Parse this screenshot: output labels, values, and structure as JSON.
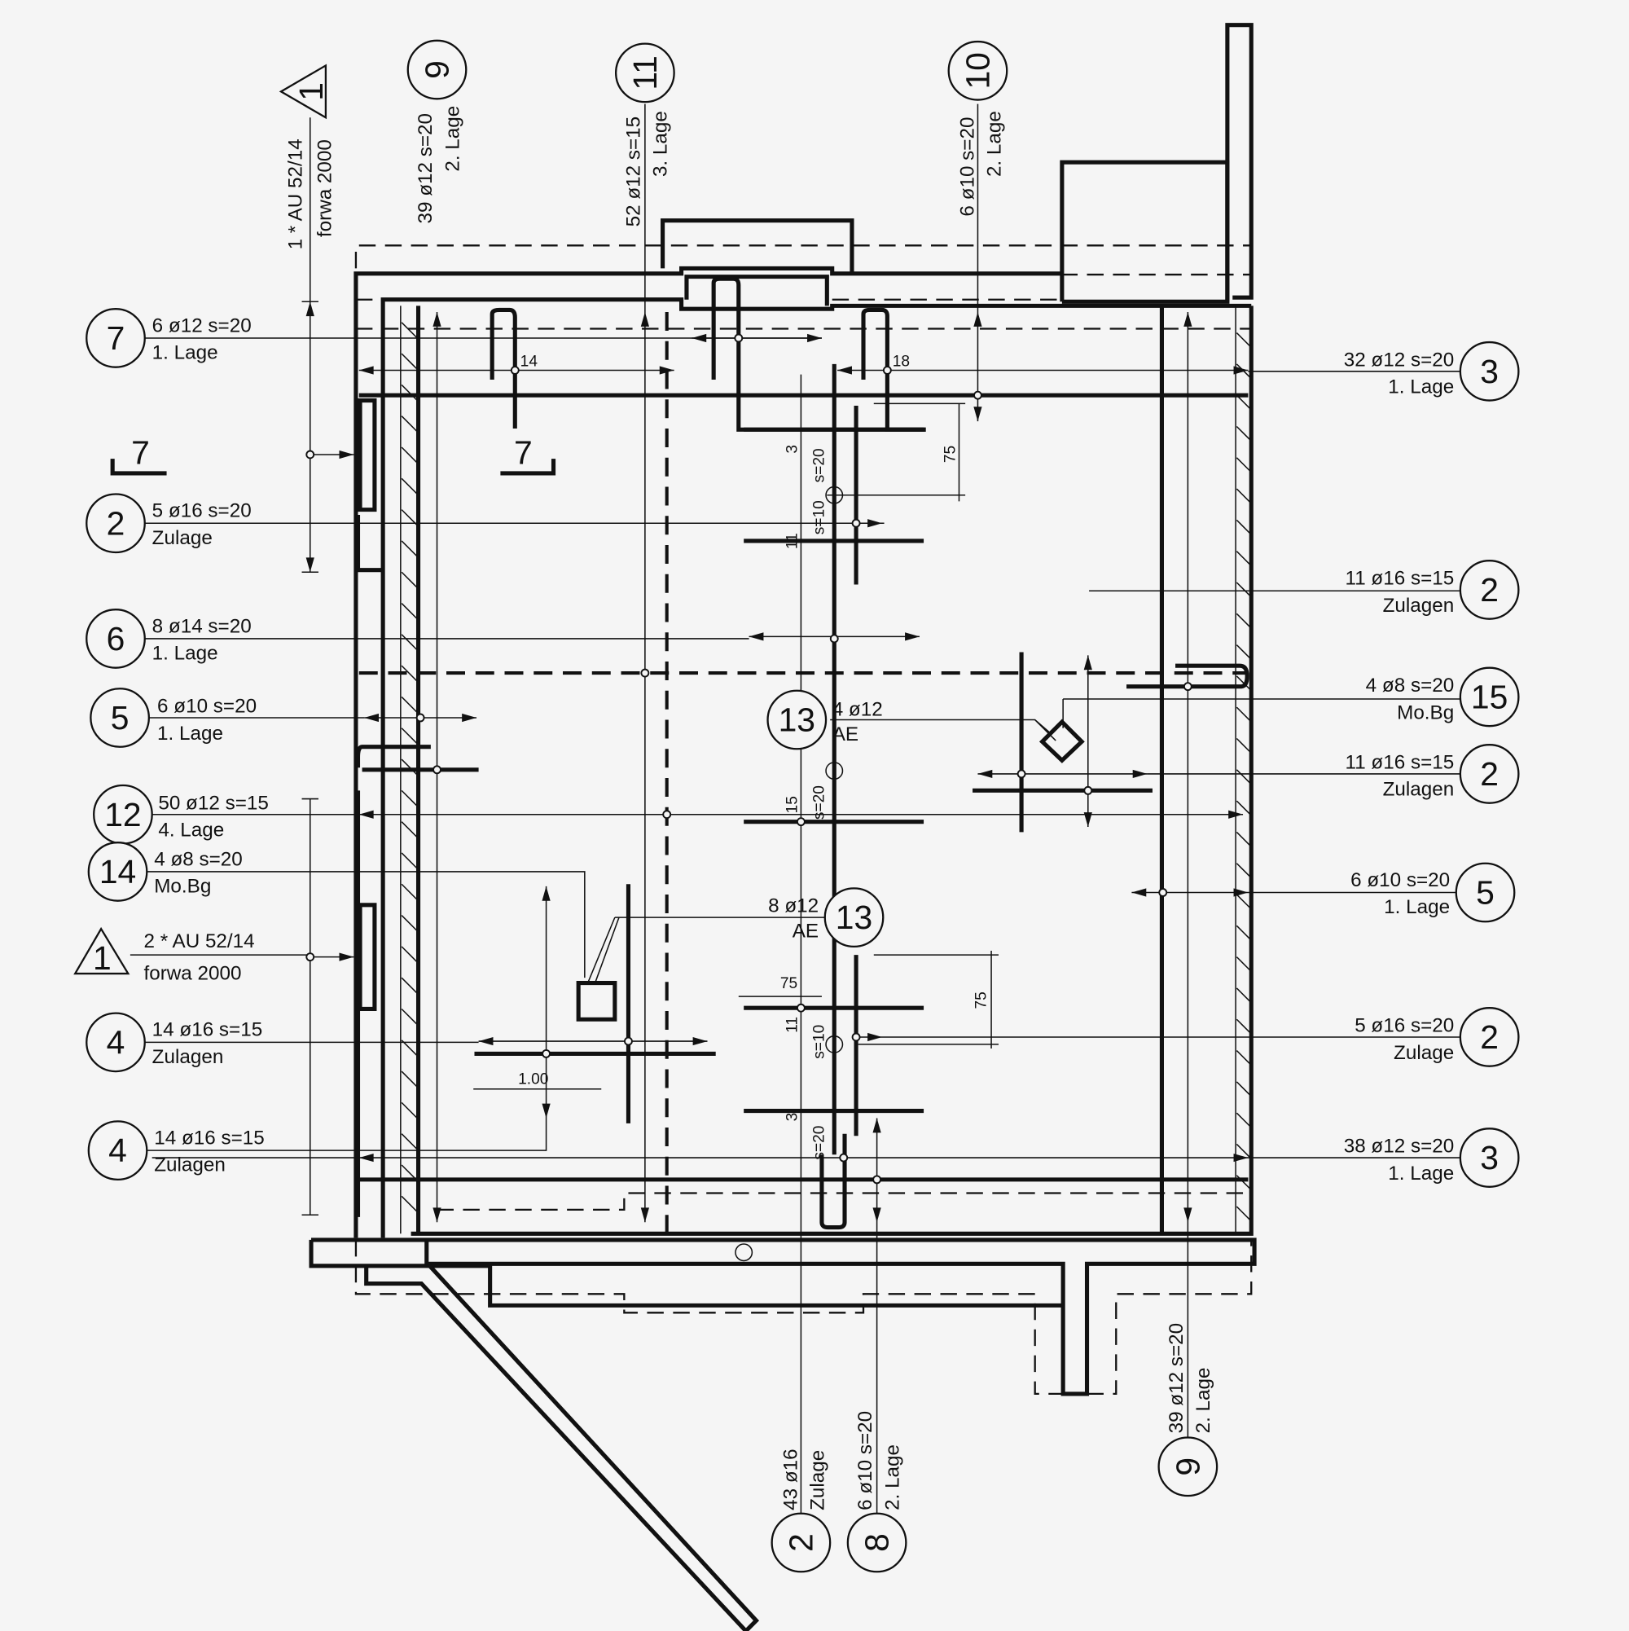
{
  "drawing": {
    "left_callouts": [
      {
        "num": "7",
        "line1": "6 ø12 s=20",
        "line2": "1. Lage"
      },
      {
        "num": "2",
        "line1": "5 ø16 s=20",
        "line2": "Zulage"
      },
      {
        "num": "6",
        "line1": "8 ø14 s=20",
        "line2": "1. Lage"
      },
      {
        "num": "5",
        "line1": "6 ø10  s=20",
        "line2": "1. Lage"
      },
      {
        "num": "12",
        "line1": "50 ø12 s=15",
        "line2": "4. Lage"
      },
      {
        "num": "14",
        "line1": "4 ø8 s=20",
        "line2": "Mo.Bg"
      },
      {
        "num": "1",
        "line1": "2 * AU 52/14",
        "line2": "forwa 2000"
      },
      {
        "num": "4",
        "line1": "14 ø16 s=15",
        "line2": "Zulagen"
      },
      {
        "num": "4",
        "line1": "14 ø16 s=15",
        "line2": "Zulagen"
      }
    ],
    "right_callouts": [
      {
        "num": "3",
        "line1": "32  ø12 s=20",
        "line2": "1. Lage"
      },
      {
        "num": "2",
        "line1": "11  ø16 s=15",
        "line2": "Zulagen"
      },
      {
        "num": "15",
        "line1": "4  ø8 s=20",
        "line2": "Mo.Bg"
      },
      {
        "num": "2",
        "line1": "11  ø16 s=15",
        "line2": "Zulagen"
      },
      {
        "num": "5",
        "line1": "6  ø10 s=20",
        "line2": "1. Lage"
      },
      {
        "num": "2",
        "line1": "5  ø16 s=20",
        "line2": "Zulage"
      },
      {
        "num": "3",
        "line1": "38  ø12 s=20",
        "line2": "1. Lage"
      }
    ],
    "top_callouts": [
      {
        "num": "1",
        "line1": "1 * AU 52/14",
        "line2": "forwa 2000"
      },
      {
        "num": "9",
        "line1": "39  ø12 s=20",
        "line2": "2. Lage"
      },
      {
        "num": "11",
        "line1": "52  ø12 s=15",
        "line2": "3. Lage"
      },
      {
        "num": "10",
        "line1": "6  ø10 s=20",
        "line2": "2. Lage"
      }
    ],
    "bottom_callouts": [
      {
        "num": "2",
        "line1": "43 ø16",
        "line2": "Zulage"
      },
      {
        "num": "8",
        "line1": "6 ø10 s=20",
        "line2": "2. Lage"
      },
      {
        "num": "9",
        "line1": "39  ø12 s=20",
        "line2": "2. Lage"
      }
    ],
    "inner_callouts": [
      {
        "num": "13",
        "line1": "4 ø12",
        "line2": "AE"
      },
      {
        "num": "13",
        "line1": "8  ø12",
        "line2": "AE"
      }
    ],
    "section_marks": [
      "7",
      "7"
    ],
    "dimensions": {
      "d14": "14",
      "d18": "18",
      "d75a": "75",
      "d75b": "75",
      "d75c": "75",
      "d100": "1.00",
      "d3a": "3",
      "s20a": "s=20",
      "d11a": "11",
      "s10a": "s=10",
      "d15": "15",
      "s20b": "s=20",
      "d11b": "11",
      "s10b": "s=10",
      "d3b": "3",
      "s20c": "s=20"
    }
  }
}
